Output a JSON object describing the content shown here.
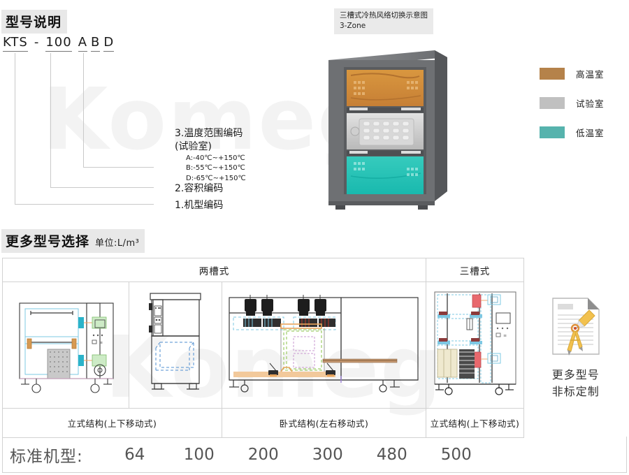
{
  "watermark": {
    "text": "Komeg"
  },
  "model_section": {
    "heading": "型号说明",
    "code": {
      "prefix": "KTS",
      "dash": "-",
      "volume": "100",
      "a": "A",
      "b": "B",
      "d": "D"
    },
    "notes": [
      {
        "id": "temp-range",
        "title": "3.温度范围编码",
        "subtitle": "(试验室)",
        "options": [
          "A:-40℃~+150℃",
          "B:-55℃~+150℃",
          "D:-65℃~+150℃"
        ]
      },
      {
        "id": "volume-code",
        "title": "2.容积编码"
      },
      {
        "id": "machine-code",
        "title": "1.机型编码"
      }
    ]
  },
  "illustration": {
    "label_cn": "三槽式冷热风络切换示意图",
    "label_en": "3-Zone",
    "zones": [
      {
        "name": "hot-zone",
        "color": "#d08b3f"
      },
      {
        "name": "test-zone",
        "color": "#c8c8c8"
      },
      {
        "name": "cold-zone",
        "color": "#2ec4b6"
      }
    ],
    "body_color": "#6e7073"
  },
  "legend": {
    "items": [
      {
        "label": "高温室",
        "color": "#b5824a"
      },
      {
        "label": "试验室",
        "color": "#c0c0c0"
      },
      {
        "label": "低温室",
        "color": "#56b3ad"
      }
    ]
  },
  "more_models": {
    "heading": "更多型号选择",
    "unit": "单位:L/m³",
    "table": {
      "group_headers": [
        {
          "label": "两槽式",
          "span": 3
        },
        {
          "label": "三槽式",
          "span": 1
        },
        {
          "label": "",
          "span": 1
        }
      ],
      "captions": [
        {
          "label": "立式结构(上下移动式)",
          "span": 2
        },
        {
          "label": "卧式结构(左右移动式)",
          "span": 1
        },
        {
          "label": "立式结构(上下移动式)",
          "span": 1
        }
      ],
      "custom": {
        "line1": "更多型号",
        "line2": "非标定制"
      }
    },
    "standard_models": {
      "label": "标准机型:",
      "values": [
        "64",
        "100",
        "200",
        "300",
        "480",
        "500"
      ]
    }
  }
}
